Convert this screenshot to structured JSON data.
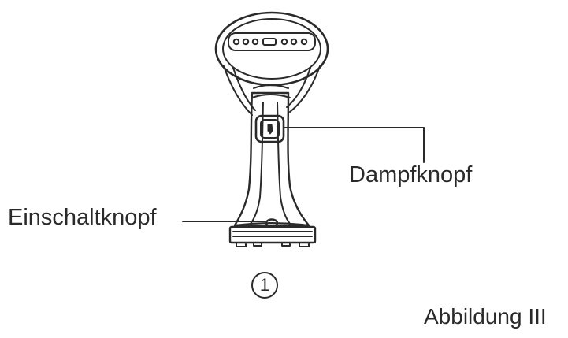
{
  "labels": {
    "steam_button": "Dampfknopf",
    "power_button": "Einschaltknopf",
    "figure_number": "1",
    "figure_caption": "Abbildung III"
  },
  "colors": {
    "line": "#2a2a2a",
    "background": "#ffffff"
  }
}
